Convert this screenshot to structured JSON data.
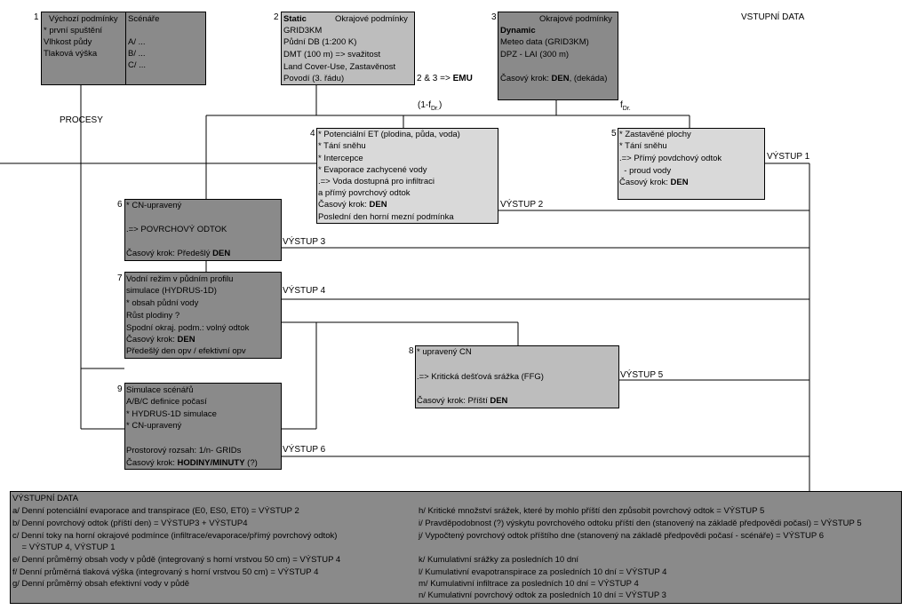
{
  "header": {
    "input_title": "VSTUPNÍ DATA"
  },
  "box1": {
    "number": "1",
    "col1": [
      "Výchozí podmínky",
      "* první spuštění",
      "Vlhkost půdy",
      "Tlaková výška"
    ],
    "col2": [
      "Scénáře",
      "A/ ...",
      "B/ ...",
      "C/ ..."
    ]
  },
  "box2": {
    "number": "2",
    "title": "Static",
    "title_right": "Okrajové podmínky",
    "lines": [
      "GRID3KM",
      "Půdní DB (1:200 K)",
      "DMT (100 m) => svažitost",
      "Land Cover-Use, Zastavěnost",
      "Povodí (3. řádu)"
    ]
  },
  "emu_label": {
    "prefix": "2 & 3 =>",
    "bold": "EMU"
  },
  "box3": {
    "number": "3",
    "title_right": "Okrajové podmínky",
    "title": "Dynamic",
    "lines": [
      "Meteo data (GRID3KM)",
      "DPZ - LAI (300 m)"
    ],
    "step_prefix": "Časový krok:",
    "step_bold": "DEN",
    "step_suffix": ", (dekáda)"
  },
  "procesy_label": "PROCESY",
  "fraction_left": {
    "main": "(1-f",
    "sub": "Dr.",
    "end": ")"
  },
  "fraction_right": {
    "main": "f",
    "sub": "Dr."
  },
  "box4": {
    "number": "4",
    "lines": [
      "* Potenciální ET (plodina, půda, voda)",
      "* Tání sněhu",
      "* Intercepce",
      "* Evaporace zachycené vody",
      ".=> Voda dostupná pro infiltraci",
      "a přímý povrchový odtok"
    ],
    "step_prefix": "Časový krok:",
    "step_bold": "DEN",
    "last": "Poslední den horní mezní podmínka"
  },
  "box5": {
    "number": "5",
    "lines": [
      "* Zastavěné plochy",
      "* Tání sněhu",
      ".=> Přímý povdchový odtok",
      "  - proud vody"
    ],
    "step_prefix": "Časový krok:",
    "step_bold": "DEN"
  },
  "box6": {
    "number": "6",
    "lines": [
      "* CN-upravený",
      "",
      ".=> POVRCHOVÝ ODTOK"
    ],
    "step_prefix": "Časový krok: Předešlý",
    "step_bold": "DEN"
  },
  "box7": {
    "number": "7",
    "lines": [
      "Vodní režim v půdním profilu",
      "simulace (HYDRUS-1D)",
      "* obsah půdní vody",
      "Růst plodiny ?",
      "Spodní okraj. podm.: volný odtok"
    ],
    "step_prefix": "Časový krok:",
    "step_bold": "DEN",
    "last": "Předešlý den opv / efektivní opv"
  },
  "box8": {
    "number": "8",
    "lines": [
      "* upravený CN",
      "",
      ".=> Kritická dešťová srážka (FFG)"
    ],
    "step_prefix": "Časový krok: Příští",
    "step_bold": "DEN"
  },
  "box9": {
    "number": "9",
    "lines": [
      "Simulace scénářů",
      "A/B/C definice počasí",
      "* HYDRUS-1D simulace",
      "* CN-upravený",
      "",
      "Prostorový rozsah: 1/n- GRIDs"
    ],
    "step_prefix": "Časový krok:",
    "step_bold": "HODINY/MINUTY",
    "step_suffix": " (?)"
  },
  "outputs": {
    "v1": "VÝSTUP 1",
    "v2": "VÝSTUP 2",
    "v3": "VÝSTUP 3",
    "v4": "VÝSTUP 4",
    "v5": "VÝSTUP 5",
    "v6": "VÝSTUP 6"
  },
  "output_data": {
    "title": "VÝSTUPNÍ DATA",
    "left": [
      "a/ Denní potenciální evaporace and transpirace (E0, ES0, ET0) = VÝSTUP 2",
      "b/ Denní povrchový odtok (příští den) = VÝSTUP3 + VÝSTUP4",
      "c/ Denní toky na horní okrajové podmínce (infiltrace/evaporace/přímý povrchový odtok)",
      "    = VÝSTUP 4, VÝSTUP 1",
      "e/ Denní průměrný obsah vody v půdě (integrovaný s horní vrstvou 50 cm) = VÝSTUP 4",
      "f/ Denní průměrná tlaková výška (integrovaný s horní vrstvou 50 cm) = VÝSTUP 4",
      "g/ Denní průměrný obsah efektivní vody v půdě"
    ],
    "right": [
      "h/ Kritické množství srážek, které by mohlo příští den způsobit povrchový odtok = VÝSTUP 5",
      "i/ Pravděpodobnost (?) výskytu povrchového odtoku příští den (stanovený na základě předpovědi počasí) = VÝSTUP 5",
      "j/ Vypočtený povrchový odtok příštího dne (stanovený na základě předpovědi počasí - scénáře) = VÝSTUP 6",
      "",
      "k/ Kumulativní srážky za posledních 10 dní",
      "l/ Kumulativní evapotranspirace za posledních 10 dní = VÝSTUP 4",
      "m/ Kumulativní infiltrace za posledních 10 dní = VÝSTUP 4",
      "n/ Kumulativní povrchový odtok za posledních 10 dní = VÝSTUP 3"
    ]
  }
}
